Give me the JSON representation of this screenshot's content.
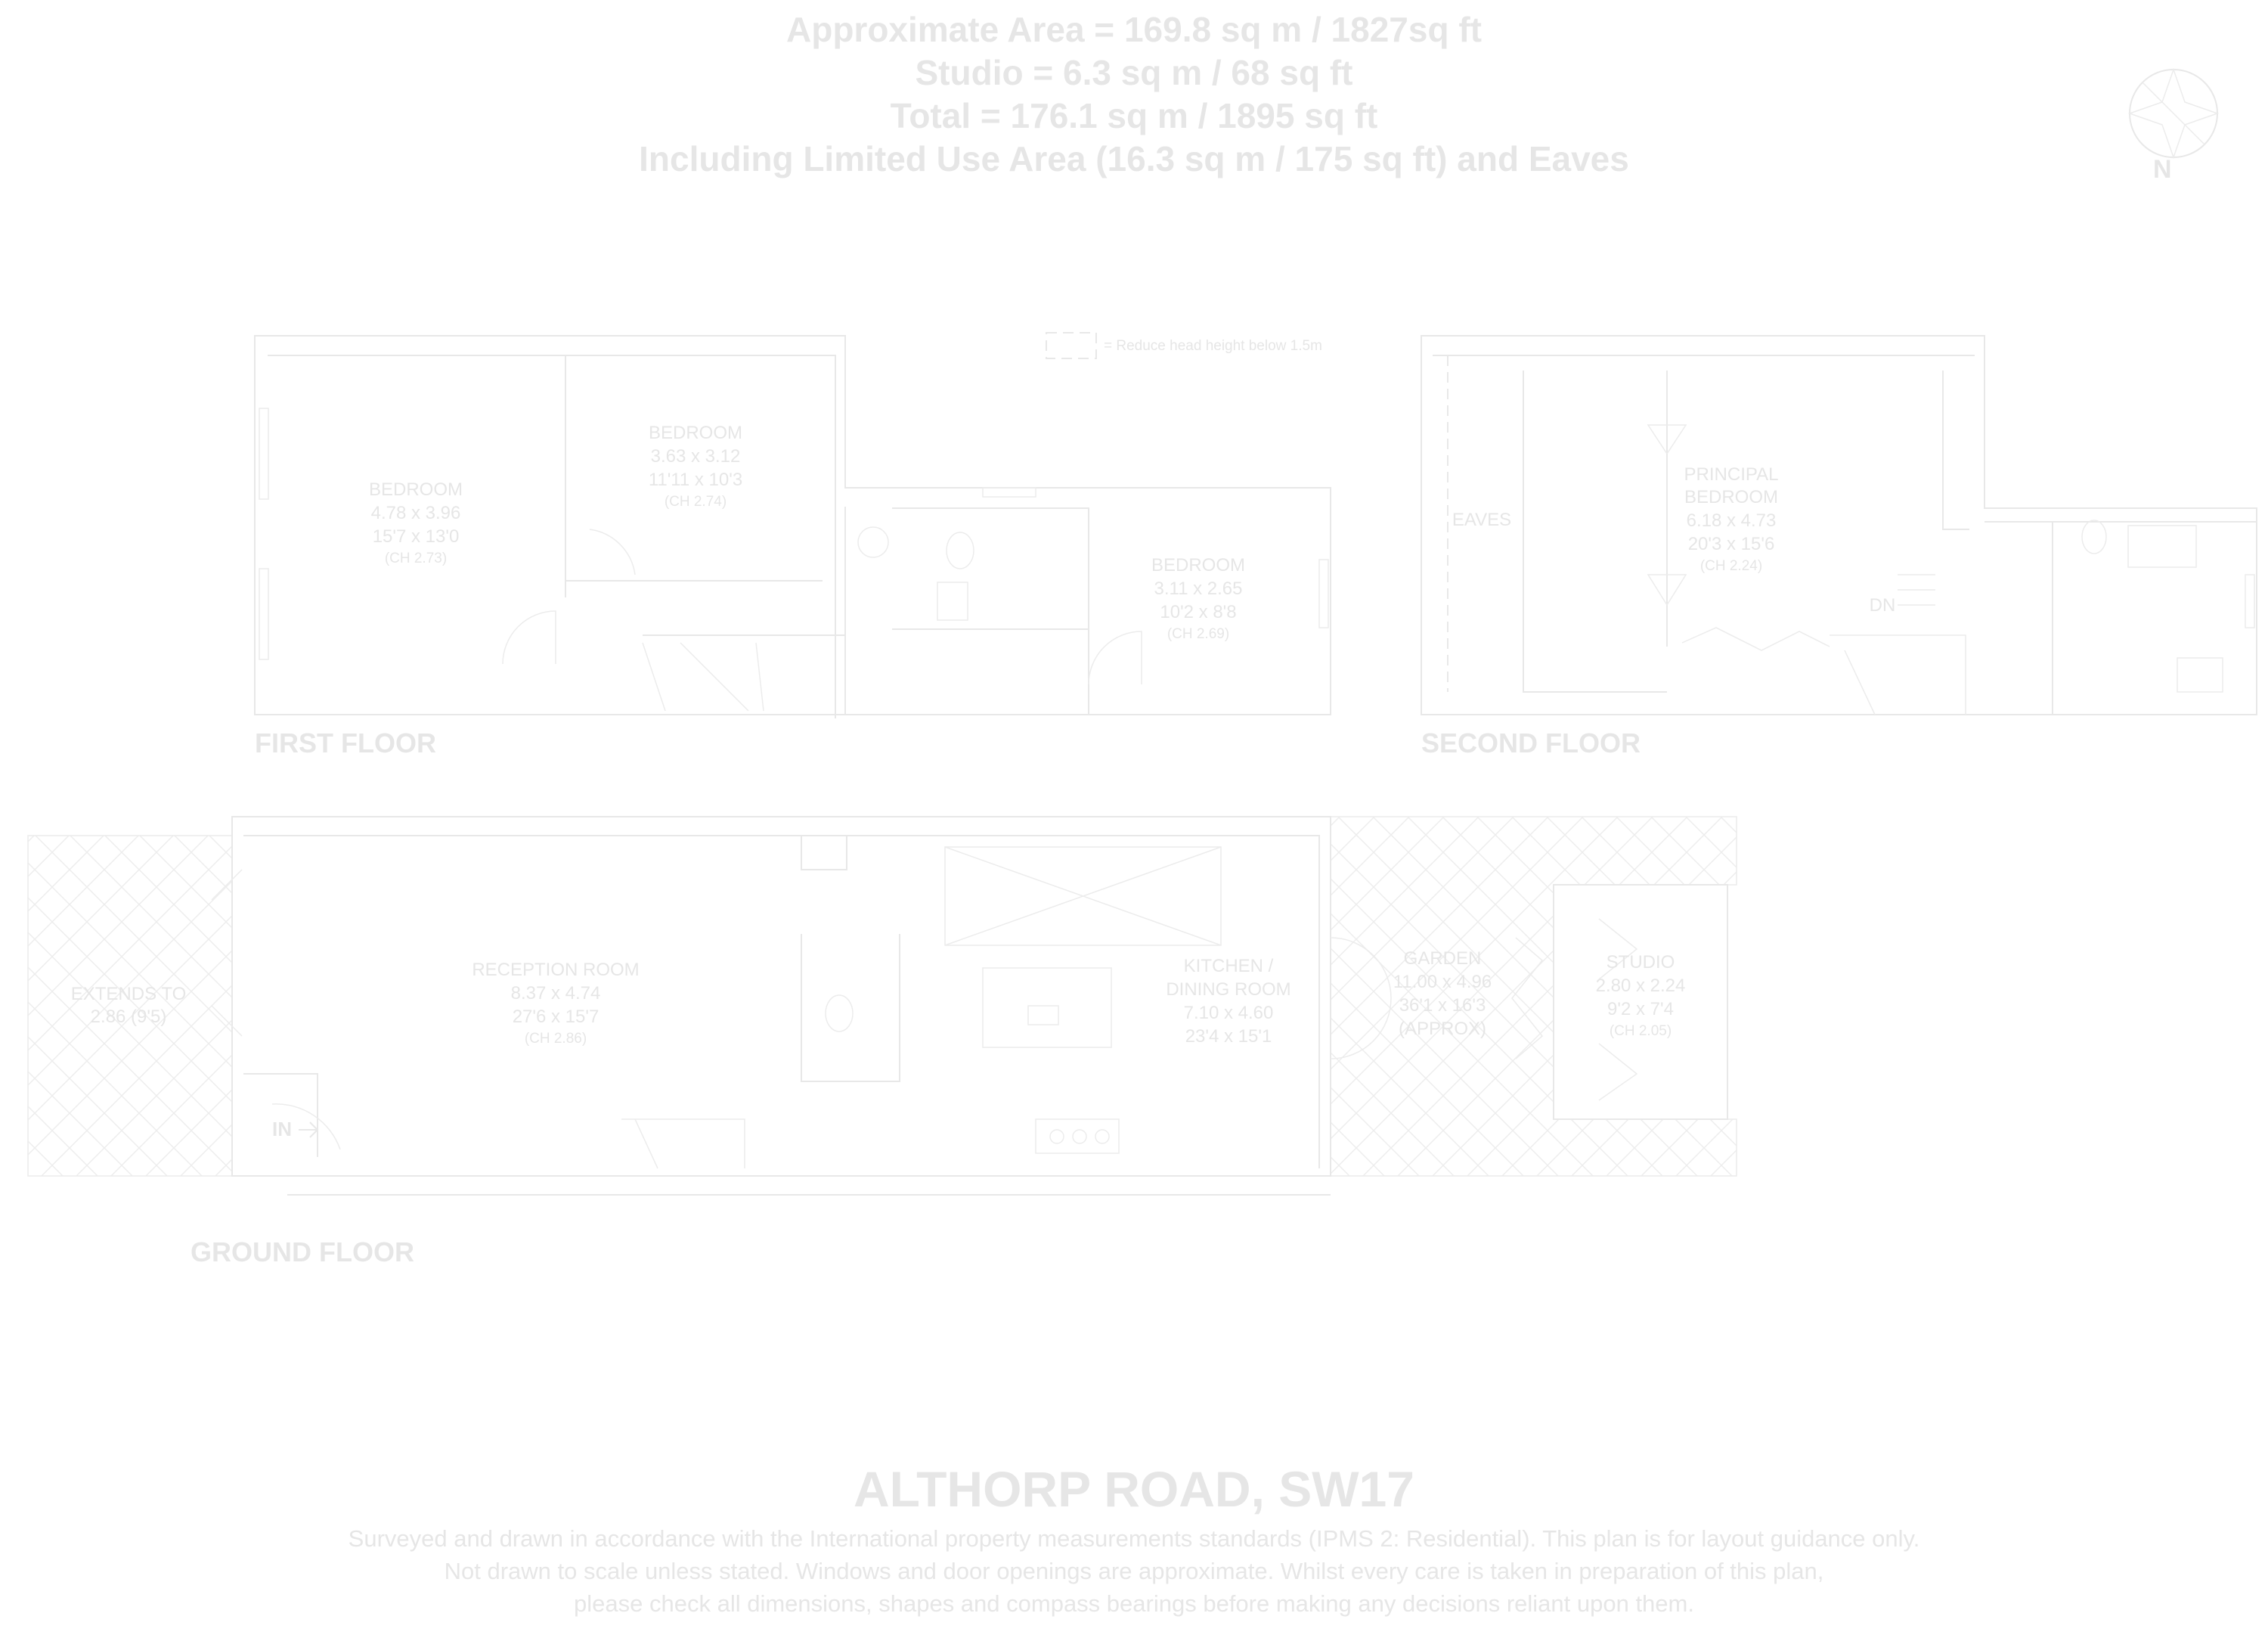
{
  "header": {
    "line1": "Approximate Area = 169.8 sq m / 1827sq ft",
    "line2": "Studio = 6.3 sq m / 68 sq ft",
    "line3": "Total = 176.1 sq m / 1895 sq ft",
    "line4": "Including Limited Use Area (16.3 sq m / 175 sq ft) and Eaves"
  },
  "compass": {
    "label": "N"
  },
  "legend": {
    "text": "= Reduce head height below 1.5m"
  },
  "first_floor": {
    "label": "FIRST FLOOR",
    "rooms": [
      {
        "name": "BEDROOM",
        "metric": "4.78 x 3.96",
        "imperial": "15'7 x 13'0",
        "ceiling": "(CH 2.73)"
      },
      {
        "name": "BEDROOM",
        "metric": "3.63 x 3.12",
        "imperial": "11'11 x 10'3",
        "ceiling": "(CH 2.74)"
      },
      {
        "name": "BEDROOM",
        "metric": "3.11 x 2.65",
        "imperial": "10'2 x 8'8",
        "ceiling": "(CH 2.69)"
      }
    ]
  },
  "second_floor": {
    "label": "SECOND FLOOR",
    "eaves": "EAVES",
    "dn": "DN",
    "room": {
      "name1": "PRINCIPAL",
      "name2": "BEDROOM",
      "metric": "6.18 x 4.73",
      "imperial": "20'3 x 15'6",
      "ceiling": "(CH 2.24)"
    }
  },
  "ground_floor": {
    "label": "GROUND FLOOR",
    "extends": {
      "line1": "EXTENDS TO",
      "line2": "2.86 (9'5)"
    },
    "in_label": "IN",
    "reception": {
      "name": "RECEPTION ROOM",
      "metric": "8.37 x 4.74",
      "imperial": "27'6 x 15'7",
      "ceiling": "(CH 2.86)"
    },
    "kitchen": {
      "name1": "KITCHEN /",
      "name2": "DINING ROOM",
      "metric": "7.10 x 4.60",
      "imperial": "23'4 x 15'1"
    },
    "garden": {
      "name": "GARDEN",
      "metric": "11.00 x 4.96",
      "imperial": "36'1 x 16'3",
      "note": "(APPROX)"
    },
    "studio": {
      "name": "STUDIO",
      "metric": "2.80 x 2.24",
      "imperial": "9'2 x 7'4",
      "ceiling": "(CH 2.05)"
    }
  },
  "footer": {
    "title": "ALTHORP ROAD, SW17",
    "disclaimer1": "Surveyed and drawn in accordance with the International property measurements standards (IPMS 2: Residential). This plan is for layout guidance only.",
    "disclaimer2": "Not drawn to scale unless stated. Windows and door openings are approximate. Whilst every care is taken in preparation of this plan,",
    "disclaimer3": "please check all dimensions, shapes and compass bearings before making any decisions reliant upon them."
  }
}
